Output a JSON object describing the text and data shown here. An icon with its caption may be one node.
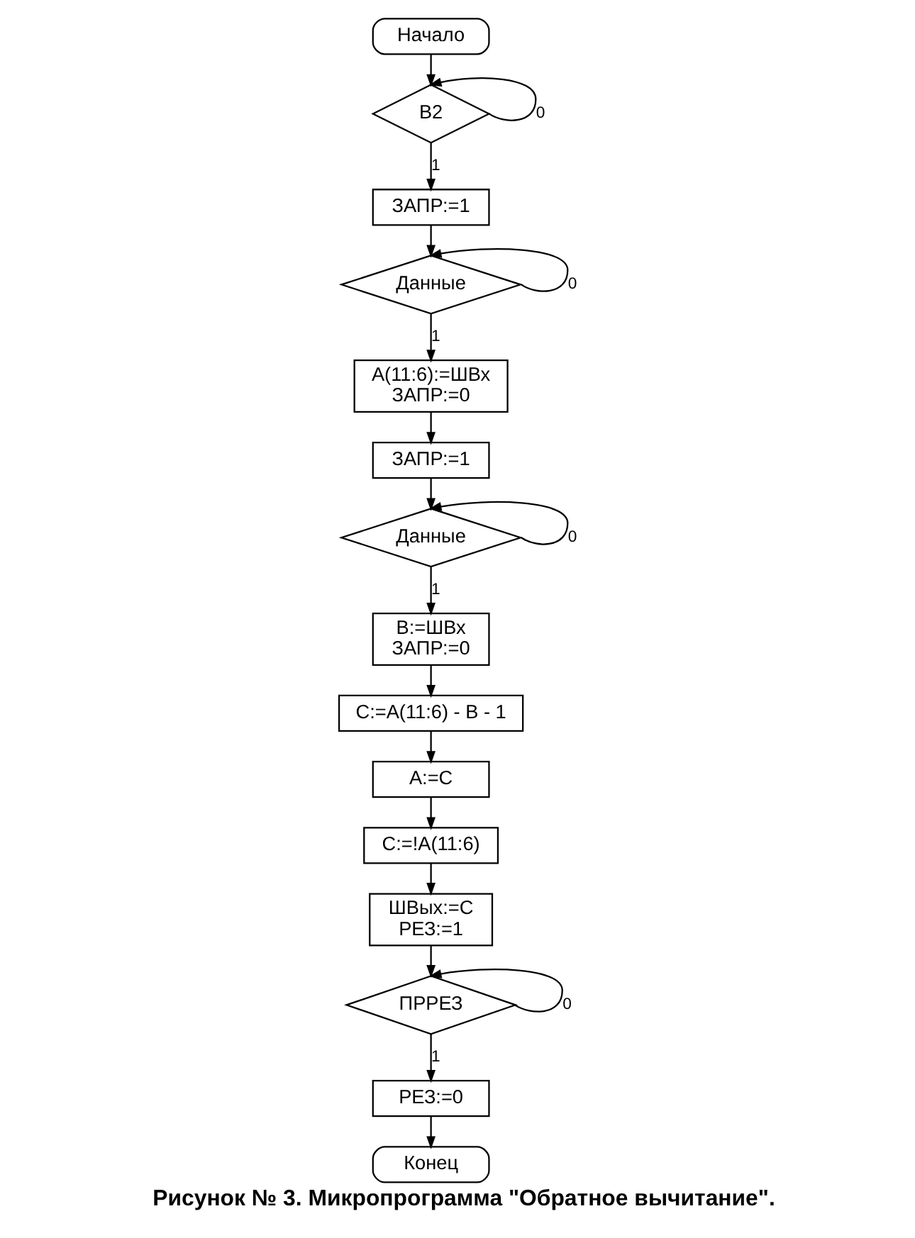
{
  "diagram": {
    "caption": "Рисунок № 3. Микропрограмма \"Обратное вычитание\".",
    "nodes": [
      {
        "text": [
          "Начало"
        ]
      },
      {
        "text": [
          "B2"
        ]
      },
      {
        "text": [
          "ЗАПР:=1"
        ]
      },
      {
        "text": [
          "Данные"
        ]
      },
      {
        "text": [
          "A(11:6):=ШВх",
          "ЗАПР:=0"
        ]
      },
      {
        "text": [
          "ЗАПР:=1"
        ]
      },
      {
        "text": [
          "Данные"
        ]
      },
      {
        "text": [
          "B:=ШВх",
          "ЗАПР:=0"
        ]
      },
      {
        "text": [
          "C:=A(11:6) - B - 1"
        ]
      },
      {
        "text": [
          "A:=C"
        ]
      },
      {
        "text": [
          "C:=!A(11:6)"
        ]
      },
      {
        "text": [
          "ШВых:=C",
          "РЕЗ:=1"
        ]
      },
      {
        "text": [
          "ПРРЕЗ"
        ]
      },
      {
        "text": [
          "РЕЗ:=0"
        ]
      },
      {
        "text": [
          "Конец"
        ]
      }
    ],
    "edges": [
      {
        "from": 0,
        "to": 1,
        "arrow": "to"
      },
      {
        "from": 1,
        "to": 1,
        "arrow": "to",
        "label": "0"
      },
      {
        "from": 1,
        "to": 2,
        "arrow": "to",
        "label": "1"
      },
      {
        "from": 2,
        "to": 3,
        "arrow": "to"
      },
      {
        "from": 3,
        "to": 3,
        "arrow": "to",
        "label": "0"
      },
      {
        "from": 3,
        "to": 4,
        "arrow": "to",
        "label": "1"
      },
      {
        "from": 4,
        "to": 5,
        "arrow": "to"
      },
      {
        "from": 5,
        "to": 6,
        "arrow": "to"
      },
      {
        "from": 6,
        "to": 6,
        "arrow": "to",
        "label": "0"
      },
      {
        "from": 6,
        "to": 7,
        "arrow": "to",
        "label": "1"
      },
      {
        "from": 7,
        "to": 8,
        "arrow": "to"
      },
      {
        "from": 8,
        "to": 9,
        "arrow": "to"
      },
      {
        "from": 9,
        "to": 10,
        "arrow": "to"
      },
      {
        "from": 10,
        "to": 11,
        "arrow": "to"
      },
      {
        "from": 11,
        "to": 12,
        "arrow": "to"
      },
      {
        "from": 12,
        "to": 12,
        "arrow": "to",
        "label": "0"
      },
      {
        "from": 12,
        "to": 13,
        "arrow": "to",
        "label": "1"
      },
      {
        "from": 13,
        "to": 14,
        "arrow": "to"
      }
    ]
  }
}
